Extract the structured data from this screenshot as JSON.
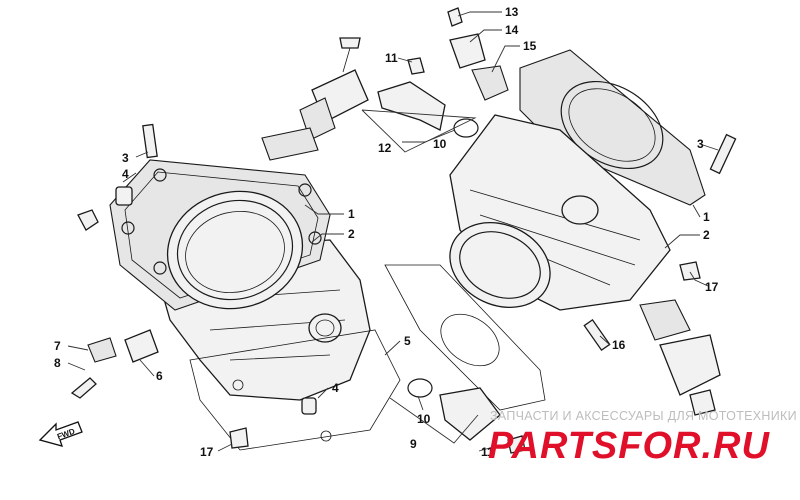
{
  "callouts": {
    "c13": "13",
    "c14": "14",
    "c15": "15",
    "c11a": "11",
    "c12": "12",
    "c10a": "10",
    "c3a": "3",
    "c4a": "4",
    "c1a": "1",
    "c2a": "2",
    "c3b": "3",
    "c1b": "1",
    "c2b": "2",
    "c17a": "17",
    "c16": "16",
    "c5": "5",
    "c7": "7",
    "c8": "8",
    "c6": "6",
    "c4b": "4",
    "c10b": "10",
    "c9": "9",
    "c11b": "11",
    "c17b": "17"
  },
  "direction_label": "FWD",
  "watermark": {
    "tagline": "ЗАПЧАСТИ И АКСЕССУАРЫ ДЛЯ МОТОТЕХНИКИ",
    "logo": "PARTSFOR.RU"
  }
}
